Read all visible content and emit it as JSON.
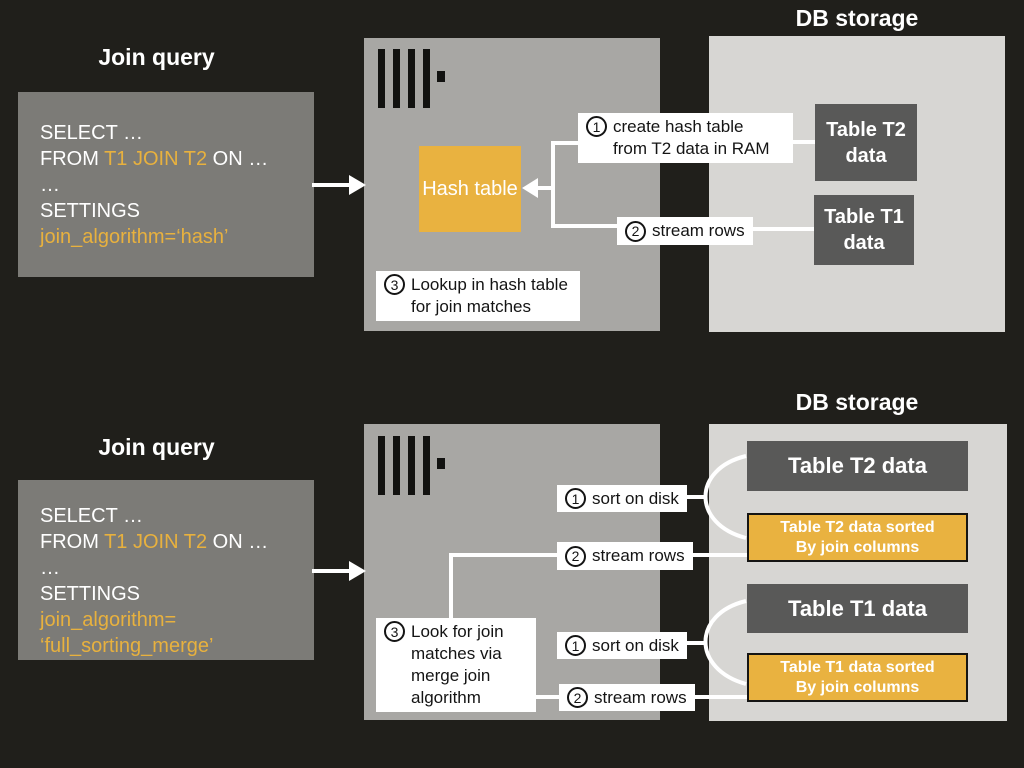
{
  "colors": {
    "background": "#201f1b",
    "query_box_gray": "#7c7b77",
    "server_box_gray": "#a8a7a4",
    "db_box_gray": "#d7d6d3",
    "table_box_dark": "#595958",
    "accent_orange": "#e9b240",
    "line_white": "#ffffff",
    "note_text": "#141414"
  },
  "top": {
    "title": "Join query",
    "db_title": "DB storage",
    "query": {
      "l1": "SELECT …",
      "l2a": "FROM ",
      "l2b": "T1 JOIN T2",
      "l2c": " ON …",
      "l3": "…",
      "l4": "SETTINGS",
      "l5": "join_algorithm=‘hash’"
    },
    "hash_table_label": "Hash table",
    "t2_label": "Table T2 data",
    "t1_label": "Table T1 data",
    "a1": {
      "num": "1",
      "text": "create hash table from T2 data in RAM"
    },
    "a2": {
      "num": "2",
      "text": "stream rows"
    },
    "a3": {
      "num": "3",
      "text": "Lookup in hash table for join matches"
    }
  },
  "bottom": {
    "title": "Join query",
    "db_title": "DB storage",
    "query": {
      "l1": "SELECT …",
      "l2a": "FROM ",
      "l2b": "T1 JOIN T2",
      "l2c": " ON …",
      "l3": "…",
      "l4": "SETTINGS",
      "l5": "join_algorithm=",
      "l6": "‘full_sorting_merge’"
    },
    "t2_label": "Table T2 data",
    "t2_sorted_line1": "Table T2 data sorted",
    "t2_sorted_line2": "By join columns",
    "t1_label": "Table T1 data",
    "t1_sorted_line1": "Table T1 data sorted",
    "t1_sorted_line2": "By join columns",
    "sort1": {
      "num": "1",
      "text": "sort on disk"
    },
    "stream1": {
      "num": "2",
      "text": "stream rows"
    },
    "sort2": {
      "num": "1",
      "text": "sort on disk"
    },
    "stream2": {
      "num": "2",
      "text": "stream rows"
    },
    "a3": {
      "num": "3",
      "text": "Look for join matches via merge join algorithm"
    }
  }
}
